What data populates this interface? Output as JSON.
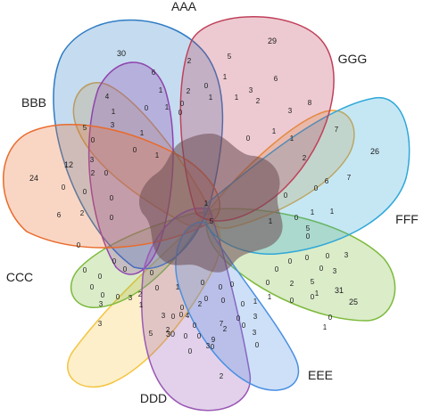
{
  "sets": [
    {
      "id": "aaa",
      "name": "AAA",
      "color": "#2E7CC4",
      "unique": "30"
    },
    {
      "id": "bbb",
      "name": "BBB",
      "color": "#8E44AD",
      "unique": ""
    },
    {
      "id": "ccc",
      "name": "CCC",
      "color": "#E96A2B",
      "unique": "24"
    },
    {
      "id": "ddd",
      "name": "DDD",
      "color": "#9B59B6",
      "unique": "30"
    },
    {
      "id": "eee",
      "name": "EEE",
      "color": "#4A90E2",
      "unique": ""
    },
    {
      "id": "fff",
      "name": "FFF",
      "color": "#2FA8D8",
      "unique": "26"
    },
    {
      "id": "ggg",
      "name": "GGG",
      "color": "#C0405A",
      "unique": "29"
    }
  ],
  "extra_colors": {
    "orange": "#F2A53A",
    "green": "#7DBA3C",
    "yellow": "#F4C542",
    "center": "#6B4B52"
  },
  "region_counts": [
    "30",
    "29",
    "6",
    "2",
    "5",
    "4",
    "1",
    "0",
    "1",
    "2",
    "3",
    "1",
    "1",
    "2",
    "6",
    "8",
    "7",
    "3",
    "26",
    "7",
    "0",
    "0",
    "1",
    "0",
    "3",
    "0",
    "1",
    "5",
    "3",
    "0",
    "1",
    "12",
    "24",
    "2",
    "0",
    "6",
    "1",
    "0",
    "0",
    "0",
    "2",
    "0",
    "0",
    "0",
    "0",
    "0",
    "0",
    "0",
    "1",
    "1",
    "0",
    "2",
    "6",
    "0",
    "0",
    "1",
    "5",
    "0",
    "1",
    "1",
    "0",
    "0",
    "0",
    "3",
    "3",
    "5",
    "31",
    "0",
    "0",
    "2",
    "0",
    "0",
    "0",
    "1",
    "1",
    "0",
    "0",
    "0",
    "0",
    "3",
    "0",
    "2",
    "9",
    "4",
    "0",
    "3",
    "1",
    "2",
    "0",
    "3",
    "0",
    "0",
    "0",
    "1",
    "0",
    "2",
    "0",
    "0",
    "3",
    "0",
    "5",
    "3",
    "2",
    "0",
    "7",
    "0",
    "25",
    "0",
    "1",
    "0",
    "1",
    "3",
    "0",
    "2",
    "30",
    "0",
    "1",
    "5",
    "0",
    "0",
    "0",
    "3",
    "0"
  ]
}
